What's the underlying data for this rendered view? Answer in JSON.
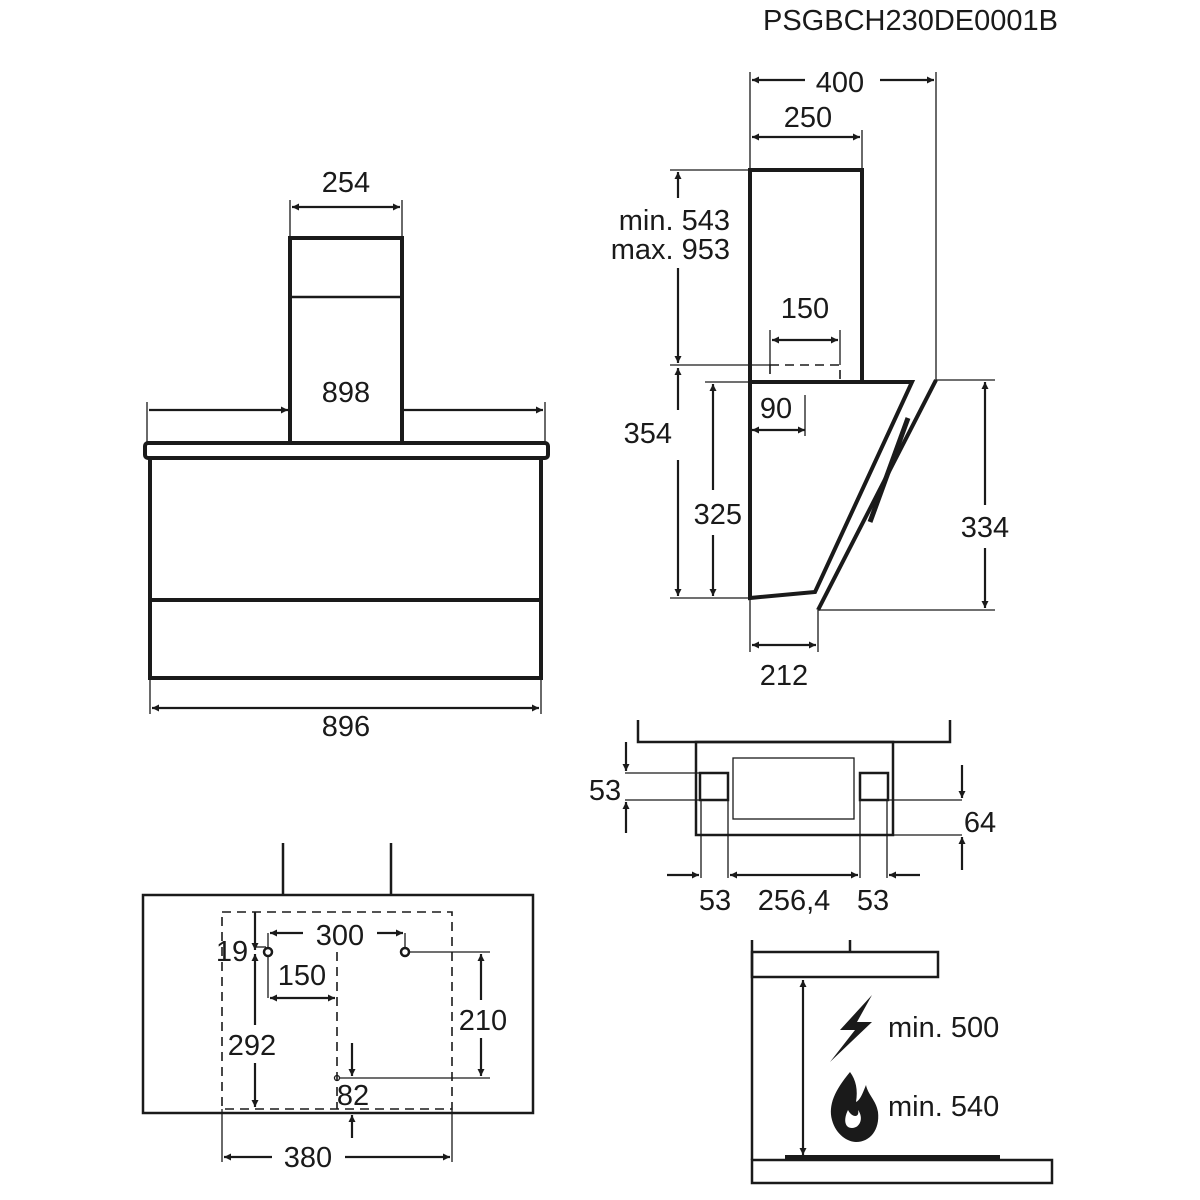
{
  "model_code": "PSGBCH230DE0001B",
  "front_view": {
    "chimney_width": "254",
    "hood_top_width": "898",
    "body_width": "896"
  },
  "side_view": {
    "overall_depth": "400",
    "chimney_depth": "250",
    "chimney_height_min": "min. 543",
    "chimney_height_max": "max. 953",
    "outlet_width": "150",
    "outlet_offset": "90",
    "hood_height": "354",
    "body_height": "325",
    "glass_height": "334",
    "bottom_depth": "212"
  },
  "top_view": {
    "bracket_left_height": "53",
    "bracket_right_height": "64",
    "left_offset": "53",
    "center_width": "256,4",
    "right_offset": "53"
  },
  "mounting_view": {
    "holes_spacing": "300",
    "top_offset": "19",
    "half_spacing": "150",
    "vertical_span": "292",
    "lower_hole_height": "210",
    "bottom_hole_offset": "82",
    "template_width": "380"
  },
  "clearance_view": {
    "electric_min": "min. 500",
    "gas_min": "min. 540",
    "icons": [
      "lightning-icon",
      "flame-icon"
    ]
  }
}
